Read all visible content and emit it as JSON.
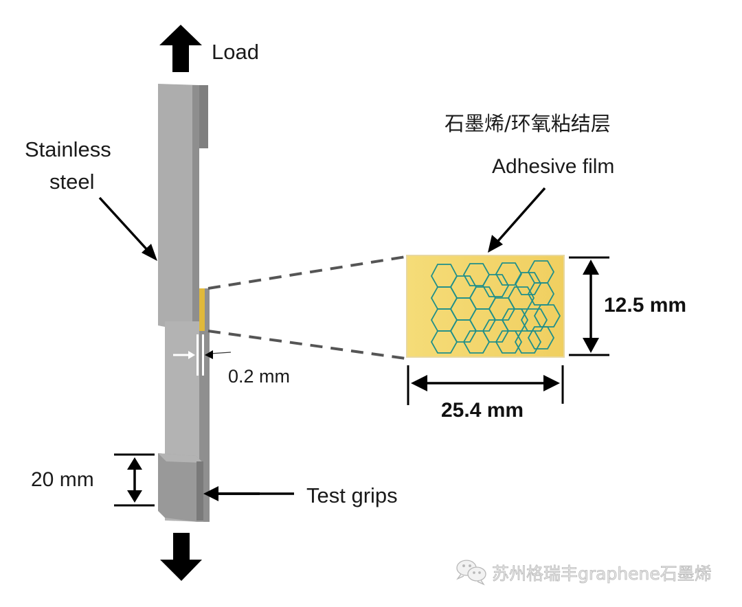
{
  "figure": {
    "type": "lap-shear test specimen schematic",
    "colors": {
      "steel_face": "#adadad",
      "steel_side": "#8e8e8e",
      "steel_dark": "#7f7f7f",
      "adhesive_fill": "#f2d46a",
      "hexagon_stroke": "#1f8f8a",
      "arrow": "#000000",
      "dash": "#555555",
      "adhesive_edge": "#d9b640"
    }
  },
  "labels": {
    "load": "Load",
    "stainless_line1": "Stainless",
    "stainless_line2": "steel",
    "thickness": "0.2 mm",
    "grip_length": "20 mm",
    "test_grips": "Test grips",
    "title_cn": "石墨烯/环氧粘结层",
    "adhesive_film": "Adhesive film",
    "height_dim": "12.5 mm",
    "width_dim": "25.4 mm"
  },
  "watermark": {
    "icon": "wechat-icon",
    "text": "苏州格瑞丰graphene石墨烯"
  }
}
